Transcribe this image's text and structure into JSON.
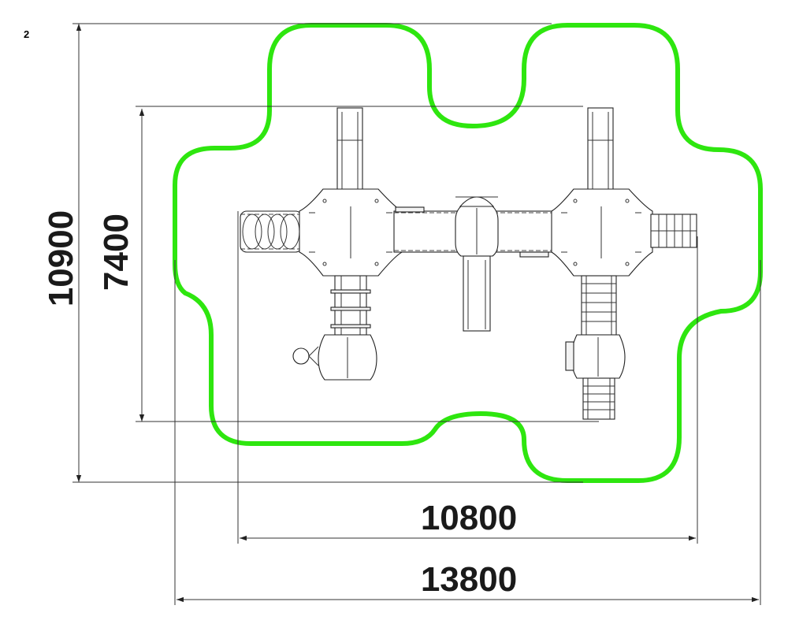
{
  "page_label": "2",
  "dimensions": {
    "total_height": "10900",
    "equipment_height": "7400",
    "equipment_width": "10800",
    "total_width": "13800"
  },
  "colors": {
    "safety_zone": "#2ee60f",
    "lines": "#222222",
    "text": "#1a1a1a"
  }
}
